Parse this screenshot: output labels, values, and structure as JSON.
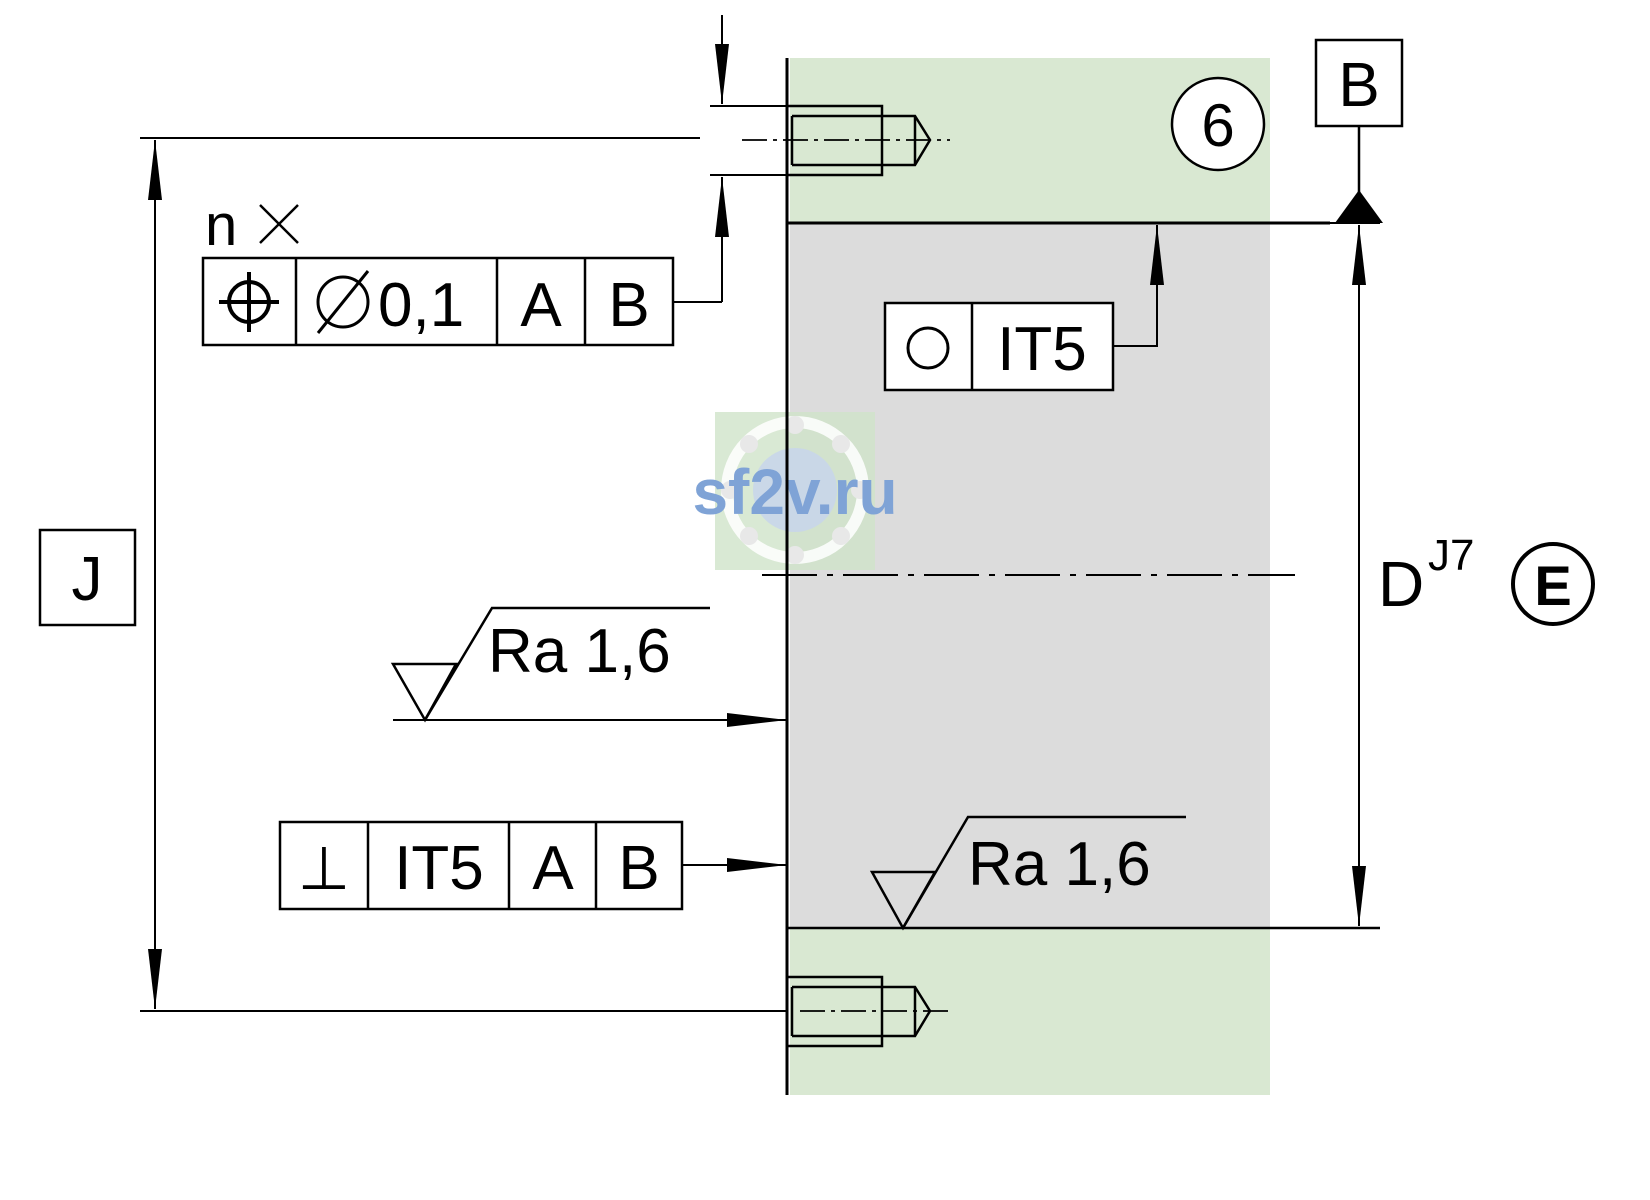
{
  "colors": {
    "green_zone": "#d9e8d2",
    "gray_zone": "#dcdcdc",
    "line": "#000000",
    "watermark": "#7fa3d6"
  },
  "labels": {
    "count_prefix": "n",
    "detail_number": "6",
    "datum_B": "B",
    "dim_J": "J",
    "dim_D": "D",
    "dim_D_tolerance": "J7",
    "envelope": "E"
  },
  "position_frame": {
    "symbol_icon": "position-icon",
    "tolerance": "0,1",
    "datum1": "A",
    "datum2": "B"
  },
  "roundness_frame": {
    "symbol_icon": "circularity-icon",
    "tolerance": "IT5"
  },
  "perpendicularity_frame": {
    "symbol": "⊥",
    "tolerance": "IT5",
    "datum1": "A",
    "datum2": "B"
  },
  "roughness_left": {
    "value": "Ra 1,6"
  },
  "roughness_bottom": {
    "value": "Ra 1,6"
  },
  "watermark": {
    "text": "sf2v.ru"
  }
}
